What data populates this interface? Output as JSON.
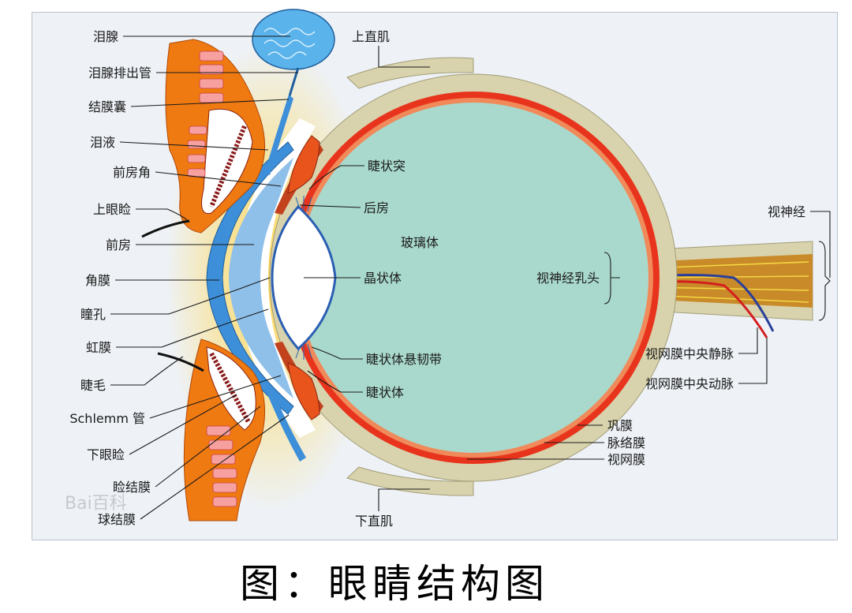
{
  "caption": "图：眼睛结构图",
  "watermark": "Bai百科",
  "colors": {
    "vitreous": "#a9d9cc",
    "sclera": "#d8d3ad",
    "choroid": "#e8341c",
    "cornea": "#3c8fd8",
    "lid_orange": "#f07a12",
    "lid_yellow": "#ffd54a"
  },
  "labels": {
    "lacrimal_gland": "泪腺",
    "lacrimal_duct": "泪腺排出管",
    "conj_sac": "结膜囊",
    "tears": "泪液",
    "anterior_angle": "前房角",
    "upper_eyelid": "上眼睑",
    "anterior_chamber": "前房",
    "cornea": "角膜",
    "pupil": "瞳孔",
    "iris": "虹膜",
    "eyelash": "睫毛",
    "schlemm": "Schlemm 管",
    "lower_eyelid": "下眼睑",
    "palpebral_conj": "睑结膜",
    "bulbar_conj": "球结膜",
    "superior_rectus": "上直肌",
    "ciliary_process": "睫状突",
    "posterior_chamber": "后房",
    "vitreous": "玻璃体",
    "lens": "晶状体",
    "zonule": "睫状体悬韧带",
    "ciliary_body": "睫状体",
    "optic_disc": "视神经乳头",
    "optic_nerve": "视神经",
    "central_vein": "视网膜中央静脉",
    "central_artery": "视网膜中央动脉",
    "sclera": "巩膜",
    "choroid": "脉络膜",
    "retina": "视网膜",
    "inferior_rectus": "下直肌"
  }
}
